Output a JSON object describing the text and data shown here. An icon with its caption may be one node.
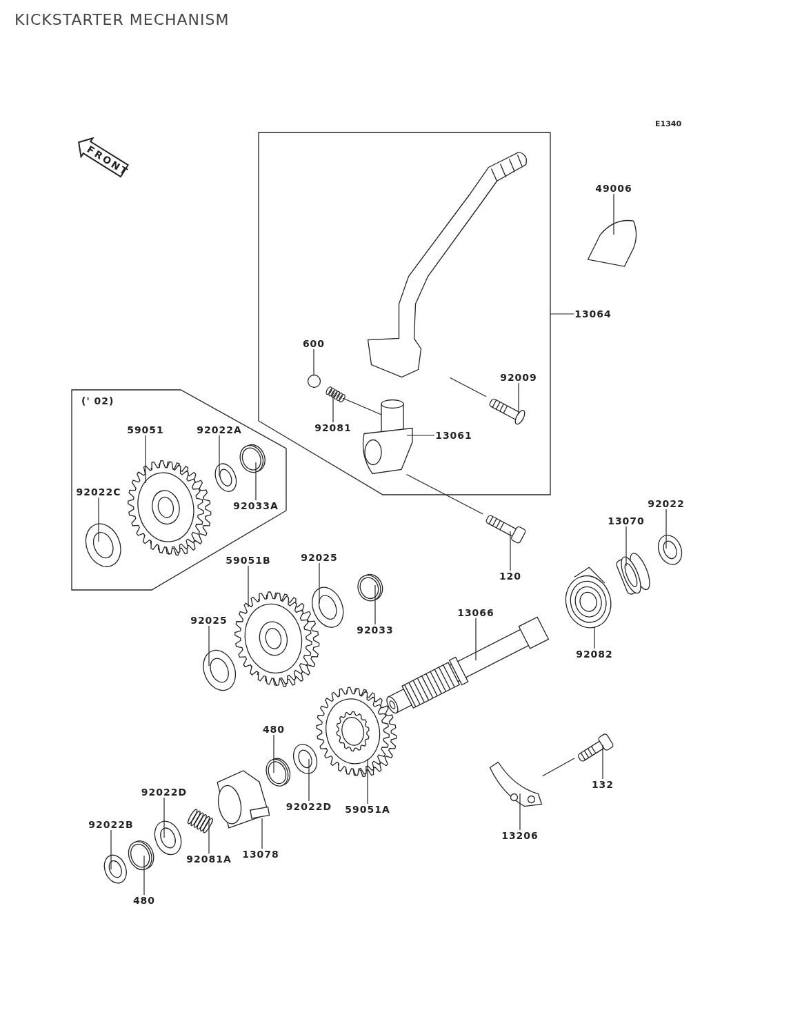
{
  "diagram": {
    "title": "KICKSTARTER MECHANISM",
    "nodes": [
      {
        "text": [],
        "shape": "box"
      },
      {
        "text": [
          "13064"
        ]
      },
      {
        "text": [
          "600"
        ],
        "in": 0
      },
      {
        "text": [
          "92081"
        ],
        "in": 0
      },
      {
        "text": [
          "92009"
        ],
        "in": 0
      },
      {
        "text": [
          "13061"
        ],
        "in": 0
      },
      {
        "text": [
          "(' 02)"
        ]
      },
      {
        "text": [
          "59051"
        ],
        "in": 6
      },
      {
        "text": [
          "92022A"
        ],
        "in": 6
      },
      {
        "text": [
          "92033A"
        ],
        "in": 6
      },
      {
        "text": [
          "92022C"
        ],
        "in": 6
      },
      {
        "text": [
          "49006"
        ]
      },
      {
        "text": [
          "92022"
        ]
      },
      {
        "text": [
          "13070"
        ]
      },
      {
        "text": [
          "120"
        ]
      },
      {
        "text": [
          "59051B"
        ]
      },
      {
        "text": [
          "92025"
        ]
      },
      {
        "text": [
          "92033"
        ]
      },
      {
        "text": [
          "92025"
        ]
      },
      {
        "text": [
          "13066"
        ]
      },
      {
        "text": [
          "92082"
        ]
      },
      {
        "text": [
          "480"
        ]
      },
      {
        "text": [
          "92022D"
        ]
      },
      {
        "text": [
          "92022D"
        ]
      },
      {
        "text": [
          "59051A"
        ]
      },
      {
        "text": [
          "132"
        ]
      },
      {
        "text": [
          "92022B"
        ]
      },
      {
        "text": [
          "92081A"
        ]
      },
      {
        "text": [
          "13078"
        ]
      },
      {
        "text": [
          "13206"
        ]
      },
      {
        "text": [
          "480"
        ]
      },
      {
        "text": [],
        "shape": "picture",
        "in": 0
      },
      {
        "text": [],
        "shape": "picture"
      },
      {
        "text": [],
        "shape": "circle",
        "in": 0
      },
      {
        "text": [],
        "shape": "picture",
        "in": 0
      },
      {
        "text": [],
        "shape": "picture",
        "in": 0
      },
      {
        "text": [],
        "shape": "picture",
        "in": 0
      },
      {
        "text": [],
        "shape": "picture"
      },
      {
        "text": [],
        "shape": "picture",
        "in": 6
      },
      {
        "text": [],
        "shape": "picture",
        "in": 6
      },
      {
        "text": [],
        "shape": "picture",
        "in": 6
      },
      {
        "text": [],
        "shape": "picture",
        "in": 6
      },
      {
        "text": [],
        "shape": "picture"
      },
      {
        "text": [],
        "shape": "picture"
      },
      {
        "text": [],
        "shape": "picture"
      },
      {
        "text": [],
        "shape": "picture"
      },
      {
        "text": [],
        "shape": "picture"
      },
      {
        "text": [],
        "shape": "picture"
      },
      {
        "text": [],
        "shape": "picture"
      },
      {
        "text": [],
        "shape": "picture"
      },
      {
        "text": [],
        "shape": "picture"
      },
      {
        "text": [],
        "shape": "picture"
      },
      {
        "text": [],
        "shape": "picture"
      },
      {
        "text": [],
        "shape": "picture"
      },
      {
        "text": [],
        "shape": "picture"
      },
      {
        "text": [],
        "shape": "picture"
      },
      {
        "text": [],
        "shape": "picture"
      },
      {
        "text": [],
        "shape": "picture"
      },
      {
        "text": [],
        "shape": "picture"
      },
      {
        "text": [],
        "shape": "picture"
      }
    ],
    "edges": [
      {
        "from": 1,
        "to": 0,
        "arrow": "none"
      },
      {
        "from": 2,
        "to": 33,
        "arrow": "none"
      },
      {
        "from": 3,
        "to": 34,
        "arrow": "none"
      },
      {
        "from": 4,
        "to": 35,
        "arrow": "none"
      },
      {
        "from": 5,
        "to": 36,
        "arrow": "none"
      },
      {
        "from": 7,
        "to": 38,
        "arrow": "none"
      },
      {
        "from": 8,
        "to": 39,
        "arrow": "none"
      },
      {
        "from": 9,
        "to": 40,
        "arrow": "none"
      },
      {
        "from": 10,
        "to": 41,
        "arrow": "none"
      },
      {
        "from": 11,
        "to": 32,
        "arrow": "none"
      },
      {
        "from": 12,
        "to": 49,
        "arrow": "none"
      },
      {
        "from": 13,
        "to": 48,
        "arrow": "none"
      },
      {
        "from": 14,
        "to": 37,
        "arrow": "none"
      },
      {
        "from": 15,
        "to": 42,
        "arrow": "none"
      },
      {
        "from": 16,
        "to": 43,
        "arrow": "none"
      },
      {
        "from": 17,
        "to": 44,
        "arrow": "none"
      },
      {
        "from": 18,
        "to": 45,
        "arrow": "none"
      },
      {
        "from": 19,
        "to": 46,
        "arrow": "none"
      },
      {
        "from": 20,
        "to": 47,
        "arrow": "none"
      },
      {
        "from": 21,
        "to": 52,
        "arrow": "none"
      },
      {
        "from": 22,
        "to": 55,
        "arrow": "none"
      },
      {
        "from": 23,
        "to": 51,
        "arrow": "none"
      },
      {
        "from": 24,
        "to": 50,
        "arrow": "none"
      },
      {
        "from": 25,
        "to": 59,
        "arrow": "none"
      },
      {
        "from": 26,
        "to": 57,
        "arrow": "none"
      },
      {
        "from": 27,
        "to": 54,
        "arrow": "none"
      },
      {
        "from": 28,
        "to": 53,
        "arrow": "none"
      },
      {
        "from": 29,
        "to": 58,
        "arrow": "none"
      },
      {
        "from": 30,
        "to": 56,
        "arrow": "none"
      },
      {
        "from": 31,
        "to": 35,
        "arrow": "none"
      },
      {
        "from": 34,
        "to": 36,
        "arrow": "none"
      },
      {
        "from": 36,
        "to": 37,
        "arrow": "none"
      },
      {
        "from": 58,
        "to": 59,
        "arrow": "none"
      }
    ],
    "labels": [
      "E1340",
      "FRONT"
    ]
  }
}
